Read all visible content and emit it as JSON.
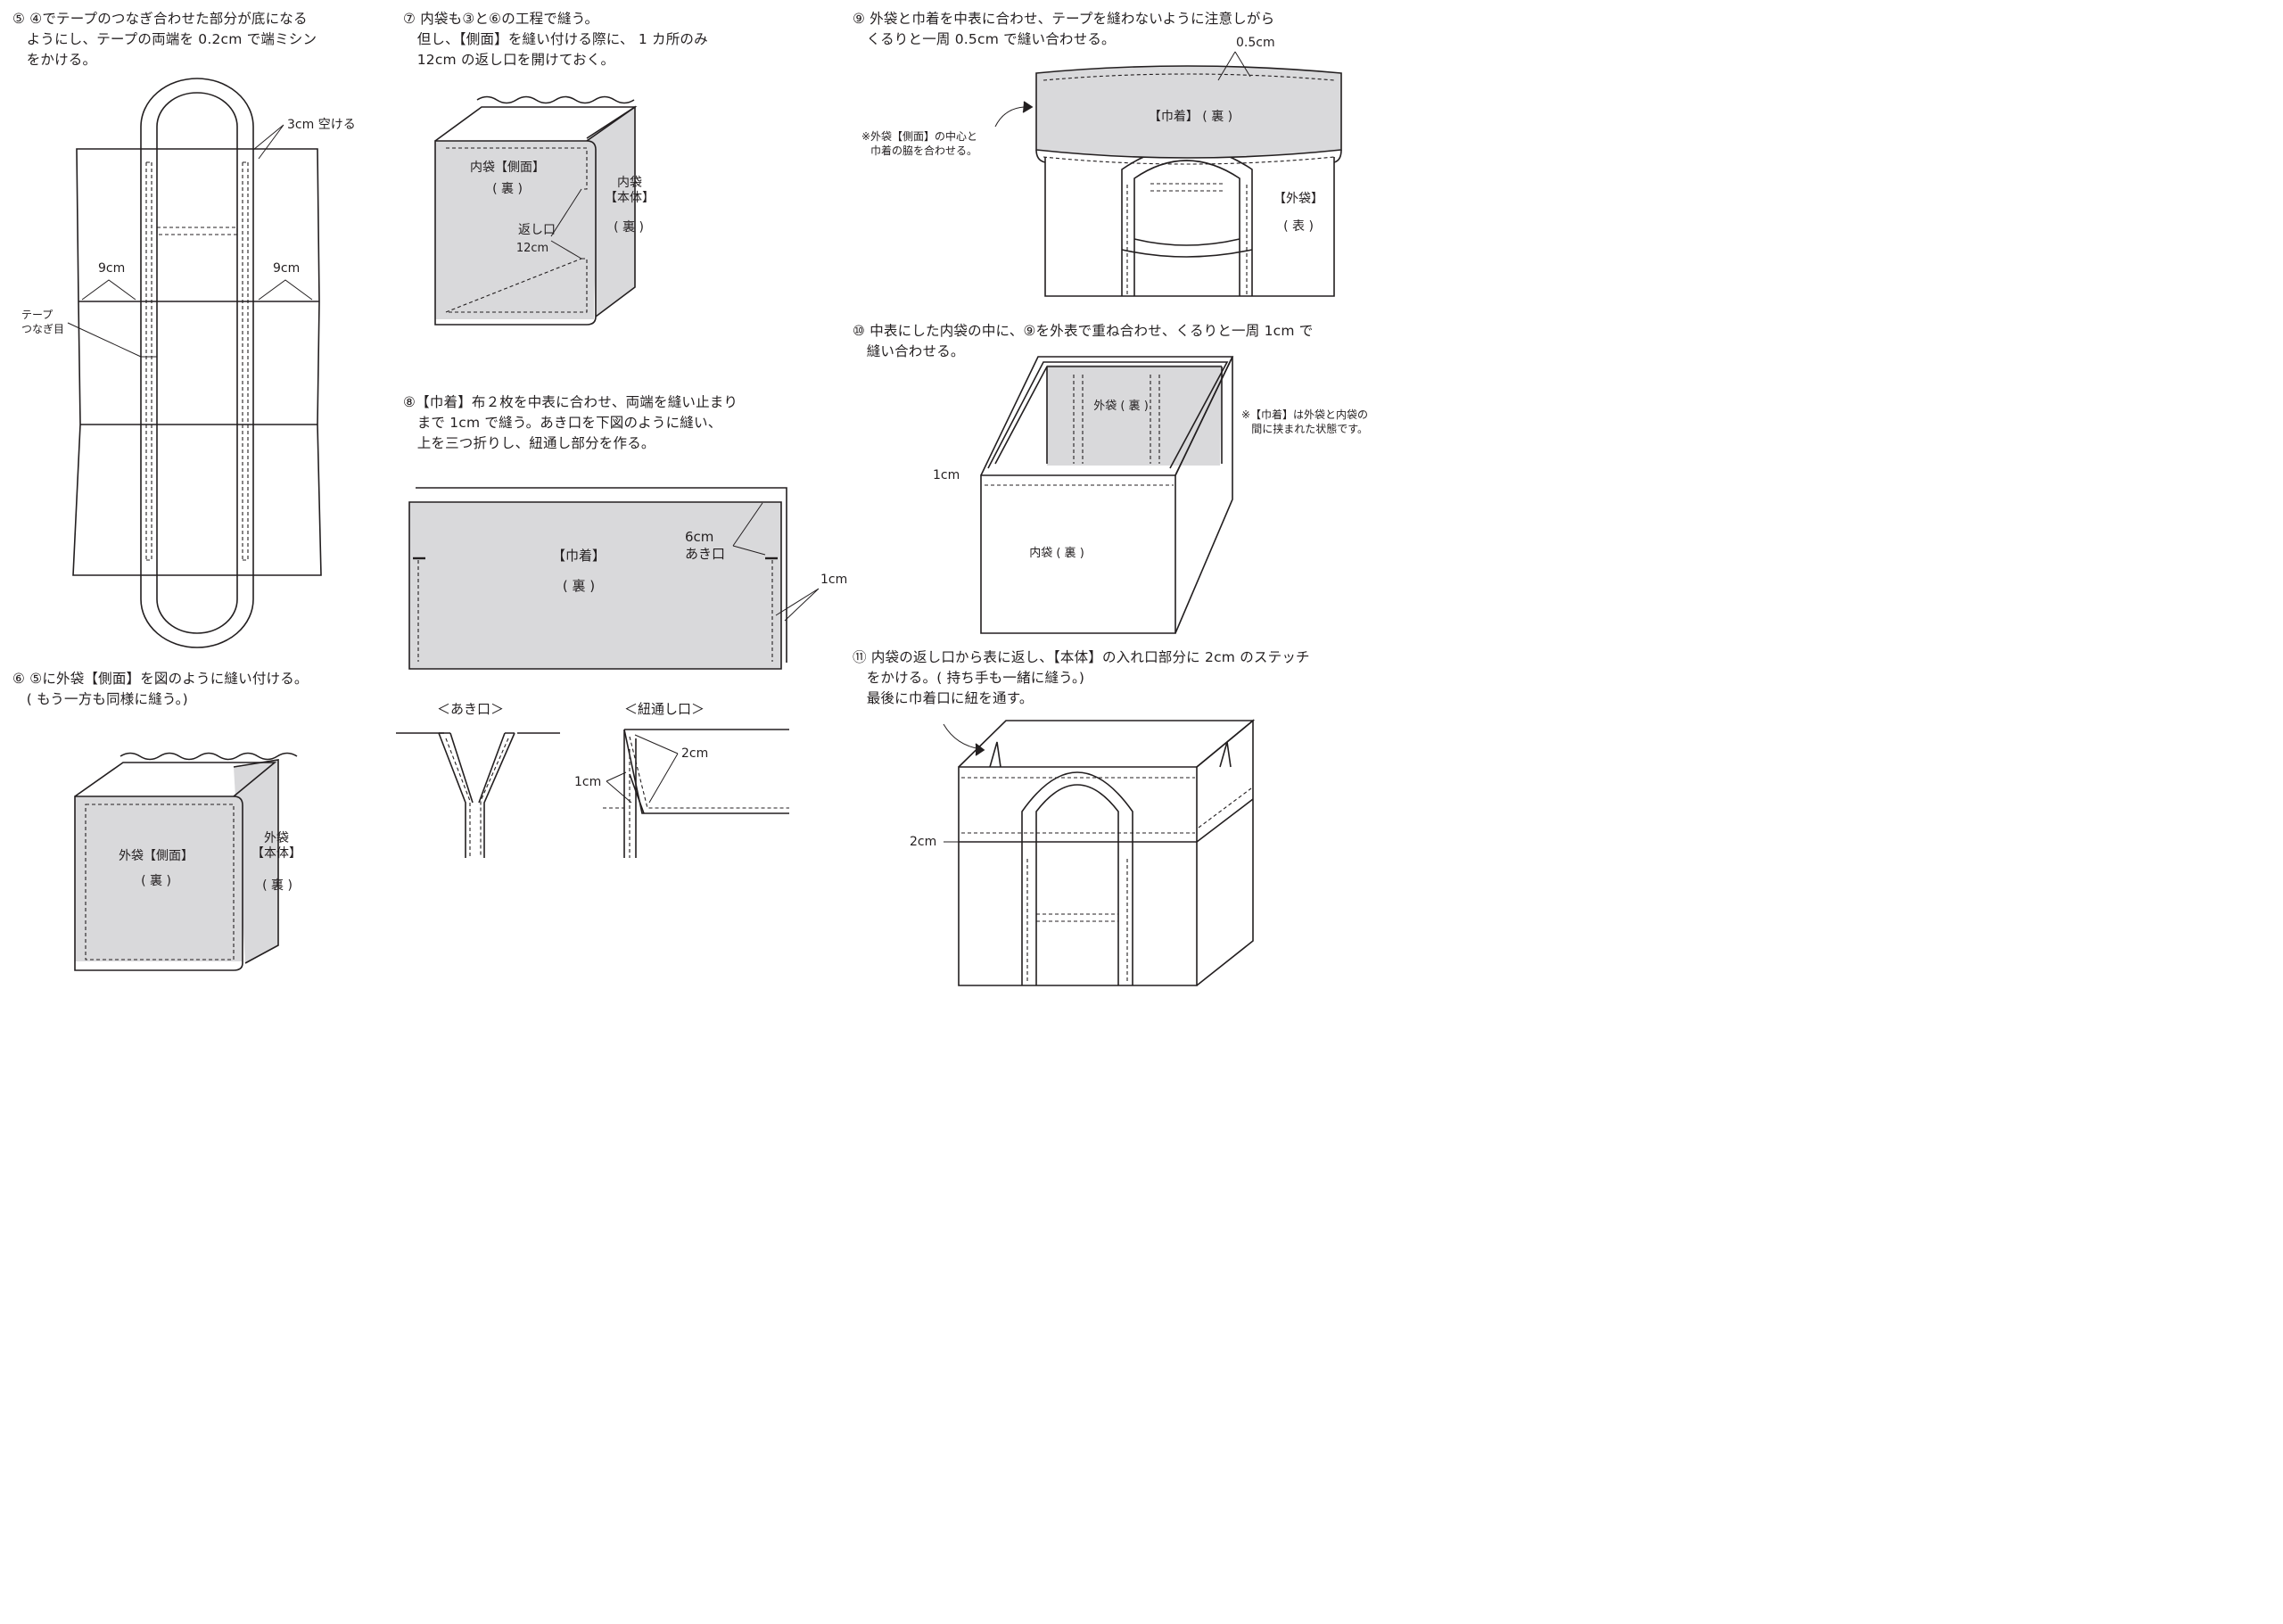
{
  "steps": {
    "s5": "⑤ ④でテープのつなぎ合わせた部分が底になる\n　ようにし、テープの両端を 0.2cm で端ミシン\n　をかける。",
    "s6": "⑥ ⑤に外袋【側面】を図のように縫い付ける。\n　( もう一方も同様に縫う。)",
    "s7": "⑦ 内袋も③と⑥の工程で縫う。\n　但し、【側面】を縫い付ける際に、 1 カ所のみ\n　12cm の返し口を開けておく。",
    "s8": "⑧【巾着】布２枚を中表に合わせ、両端を縫い止まり\n　まで 1cm で縫う。あき口を下図のように縫い、\n　上を三つ折りし、紐通し部分を作る。",
    "s9": "⑨ 外袋と巾着を中表に合わせ、テープを縫わないように注意しがら\n　くるりと一周 0.5cm で縫い合わせる。",
    "s10": "⑩ 中表にした内袋の中に、⑨を外表で重ね合わせ、くるりと一周 1cm で\n　縫い合わせる。",
    "s11": "⑪ 内袋の返し口から表に返し、【本体】の入れ口部分に 2cm のステッチ\n　をかける。( 持ち手も一緒に縫う。)\n　最後に巾着口に紐を通す。"
  },
  "labels": {
    "gap3": "3cm 空ける",
    "cm9_left": "9cm",
    "cm9_right": "9cm",
    "tape_join": "テープ\nつなぎ目",
    "outer_side": "外袋【側面】",
    "ura": "( 裏 )",
    "outer_body": "外袋\n【本体】",
    "inner_side": "内袋【側面】",
    "inner_body": "内袋\n【本体】",
    "return_opening": "返し口",
    "cm12": "12cm",
    "kinchaku": "【巾着】",
    "cm6_opening": "6cm\nあき口",
    "cm1": "1cm",
    "aki_title": "＜あき口＞",
    "himo_title": "＜紐通し口＞",
    "cm2": "2cm",
    "cm05": "0.5cm",
    "kinchaku_ura": "【巾着】 ( 裏 )",
    "note_center": "※外袋【側面】の中心と\n巾着の脇を合わせる。",
    "outer_bag": "【外袋】",
    "omote": "( 表 )",
    "outer_ura": "外袋 ( 裏 )",
    "note_between": "※【巾着】は外袋と内袋の\n間に挟まれた状態です。",
    "inner_ura": "内袋 ( 裏 )"
  },
  "colors": {
    "fabric_gray": "#d9d9db",
    "line": "#231f20"
  }
}
